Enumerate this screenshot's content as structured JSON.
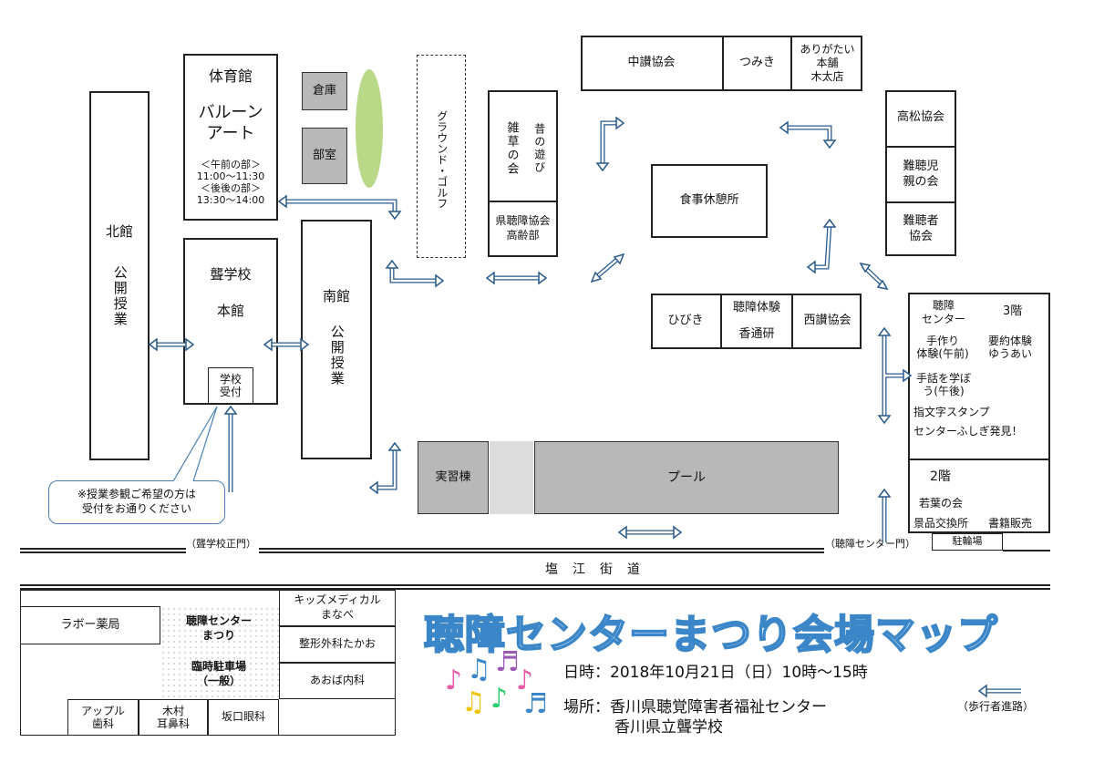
{
  "title": "聴障センターまつり会場マップ",
  "event": {
    "date_line": "日時：2018年10月21日（日）10時～15時",
    "place_line1": "場所：香川県聴覚障害者福祉センター",
    "place_line2": "香川県立聾学校"
  },
  "buildings": {
    "kitakan": {
      "name": "北館",
      "sub": "公開授業"
    },
    "taiikukan": {
      "name": "体育館",
      "event": "バルーン\nアート",
      "schedule": "＜午前の部＞\n11:00～11:30\n＜後後の部＞\n13:30～14:00"
    },
    "souko": "倉庫",
    "bushitsu": "部室",
    "honkan": {
      "name": "聾学校",
      "name2": "本館",
      "reception": "学校\n受付"
    },
    "minamikan": {
      "name": "南館",
      "sub": "公開授業"
    },
    "ground": "グラウンド・ゴルフ",
    "zatsusou": "雑草の会",
    "mukashi": "昔の遊び",
    "kenchou": "県聴障協会\n高齢部",
    "chusan": "中讃協会",
    "tsumiki": "つみき",
    "arigatai": "ありがたい\n本舗\n木太店",
    "shokuji": "食事休憩所",
    "takamatsu": "高松協会",
    "nanchouji": "難聴児\n親の会",
    "nanchousha": "難聴者\n協会",
    "hibiki": "ひびき",
    "taiken": "聴障体験",
    "koutsuken": "香通研",
    "seisan": "西讃協会",
    "jisshuto": "実習棟",
    "pool": "プール"
  },
  "center": {
    "name": "聴障\nセンター",
    "floor3": "3階",
    "tezukuri": "手作り\n体験(午前)",
    "youyaku": "要約体験\nゆうあい",
    "shuwa": "手話を学ぼ\nう(午後)",
    "yubimoji": "指文字スタンプ",
    "fushigi": "センターふしぎ発見！",
    "floor2": "2階",
    "wakaba": "若葉の会",
    "keihin": "景品交換所",
    "shoseki": "書籍販売",
    "parking": "駐輪場"
  },
  "labels": {
    "note": "※授業参観ご希望の方は\n受付をお通りください",
    "gate_school": "（聾学校正門）",
    "gate_center": "（聴障センター門）",
    "street": "塩　江　街　道",
    "pedestrian": "（歩行者進路）"
  },
  "below": {
    "rabo": "ラボー薬局",
    "kids": "キッズメディカル\nまなべ",
    "seikei": "整形外科たかお",
    "aoba": "あおば内科",
    "apple": "アップル\n歯科",
    "kimura": "木村\n耳鼻科",
    "sakaguchi": "坂口眼科",
    "center_parking": "聴障センター\nまつり",
    "temp_parking": "臨時駐車場\n（一般）"
  }
}
